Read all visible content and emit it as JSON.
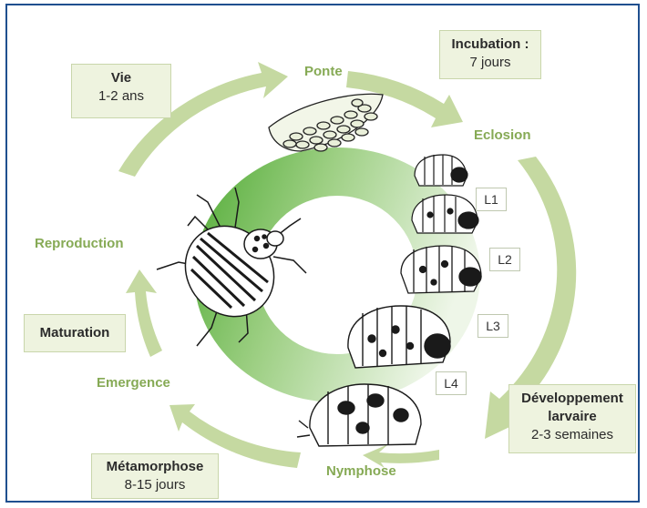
{
  "boxes": {
    "vie": {
      "title": "Vie",
      "sub": "1-2 ans"
    },
    "incubation": {
      "title": "Incubation :",
      "sub": "7 jours"
    },
    "maturation": {
      "title": "Maturation"
    },
    "metamorphose": {
      "title": "Métamorphose",
      "sub": "8-15 jours"
    },
    "developpement": {
      "title1": "Développement",
      "title2": "larvaire",
      "sub": "2-3 semaines"
    }
  },
  "stages": {
    "ponte": "Ponte",
    "eclosion": "Eclosion",
    "reproduction": "Reproduction",
    "emergence": "Emergence",
    "nymphose": "Nymphose"
  },
  "larval_stages": [
    "L1",
    "L2",
    "L3",
    "L4"
  ],
  "colors": {
    "ring_dark": "#5bb33e",
    "ring_light": "#e6f2dc",
    "arrow": "#c5d9a1",
    "stage_text": "#86aa55",
    "box_fill": "#eef3df",
    "frame": "#1f4f8f"
  }
}
